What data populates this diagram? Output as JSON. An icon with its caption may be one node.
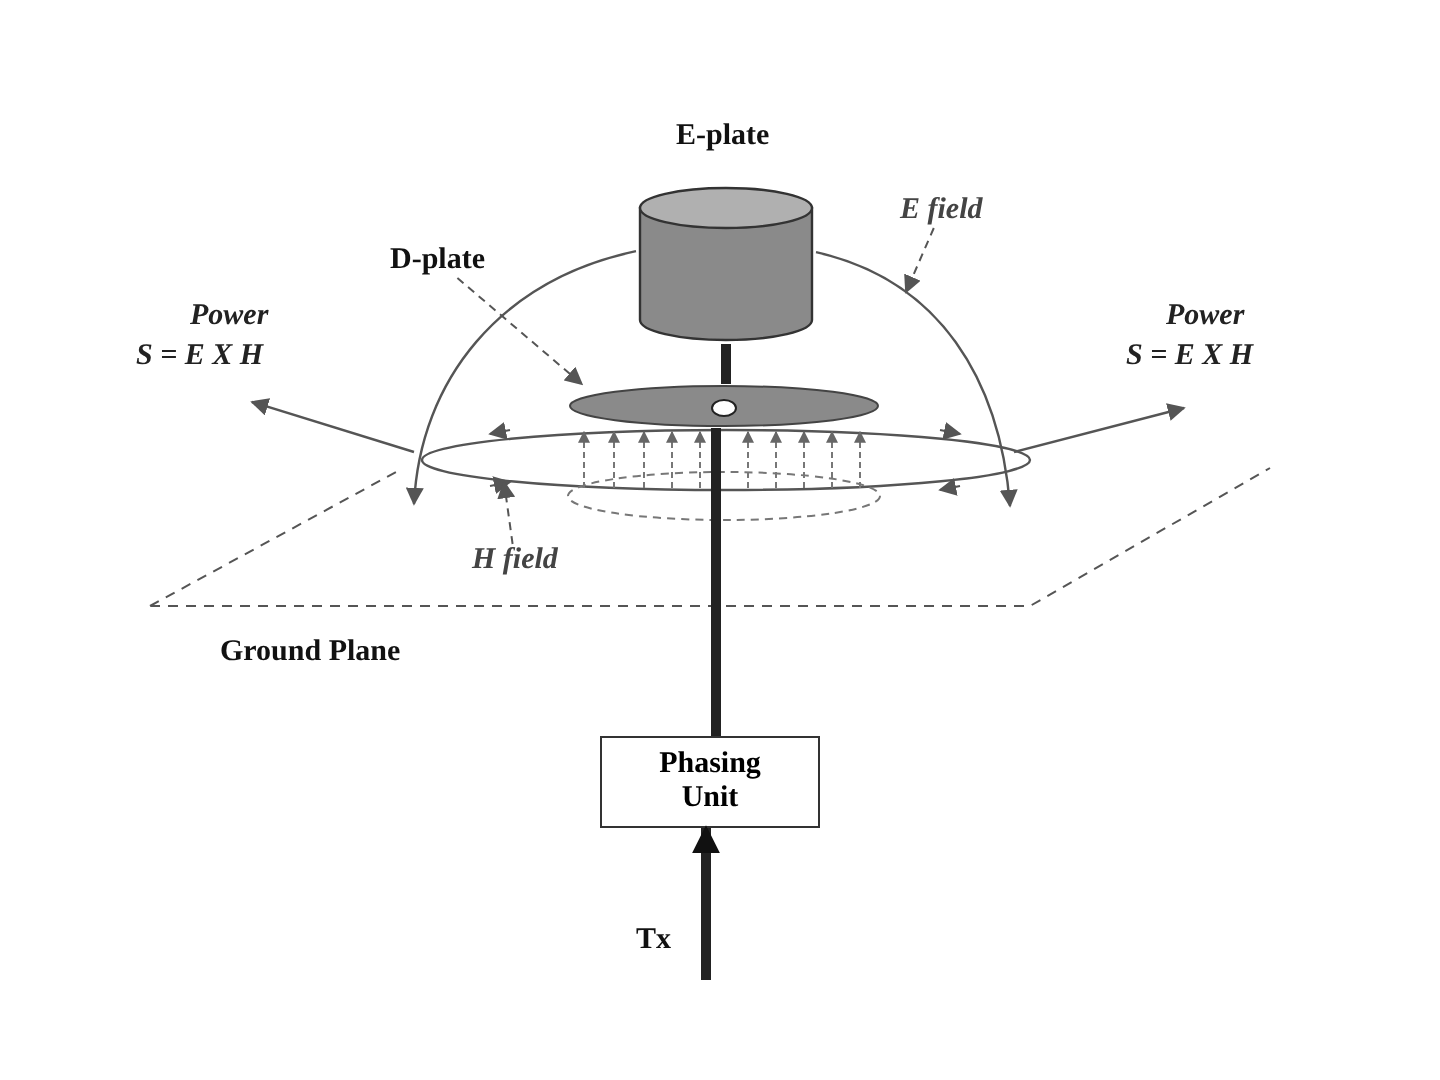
{
  "diagram": {
    "nodes": [
      {
        "text": [
          "E-plate"
        ]
      },
      {
        "text": [
          "D-plate"
        ]
      },
      {
        "text": [],
        "shape": "disc"
      },
      {
        "text": [
          "E field"
        ]
      },
      {
        "text": [
          "H field"
        ]
      },
      {
        "text": [
          "Phasing Unit"
        ]
      }
    ],
    "edges": [
      {
        "from": 1,
        "to": 2,
        "arrow": "to",
        "style": "dashed"
      },
      {
        "from": 3,
        "to": null,
        "arrow": "to",
        "style": "dashed"
      },
      {
        "from": 4,
        "to": null,
        "arrow": "to",
        "style": "dashed"
      },
      {
        "from": 5,
        "to": 2,
        "arrow": "none",
        "style": "thick"
      },
      {
        "from": 2,
        "to": 0,
        "arrow": "none",
        "style": "thick"
      },
      {
        "from": null,
        "to": 5,
        "arrow": "to",
        "label": "Tx",
        "style": "thick"
      },
      {
        "from": 0,
        "to": null,
        "arrow": "to"
      },
      {
        "from": 0,
        "to": null,
        "arrow": "to"
      }
    ],
    "labels": [
      "Power",
      "S = E X H",
      "Power",
      "S = E X H",
      "Ground Plane"
    ]
  }
}
